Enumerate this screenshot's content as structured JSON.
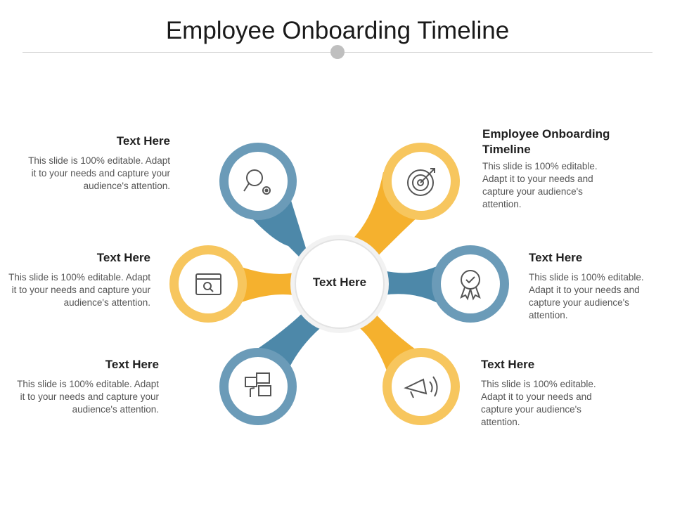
{
  "title": "Employee Onboarding Timeline",
  "center": {
    "label": "Text Here"
  },
  "colors": {
    "blue": "#6b9bb8",
    "blue_dark": "#4d88a9",
    "orange": "#f5b12e",
    "orange_light": "#f7c65e"
  },
  "items": [
    {
      "heading": "Text Here",
      "body": "This slide is 100% editable. Adapt it to your needs and capture your audience's attention.",
      "icon": "magnifier-gear-icon",
      "color": "blue"
    },
    {
      "heading": "Employee Onboarding Timeline",
      "body": "This slide is 100% editable. Adapt it to your needs and capture your audience's attention.",
      "icon": "target-icon",
      "color": "orange"
    },
    {
      "heading": "Text Here",
      "body": "This slide is 100% editable. Adapt it to your needs and capture your audience's attention.",
      "icon": "browser-search-icon",
      "color": "orange"
    },
    {
      "heading": "Text Here",
      "body": "This slide is 100% editable. Adapt it to your needs and capture your audience's attention.",
      "icon": "award-badge-icon",
      "color": "blue"
    },
    {
      "heading": "Text Here",
      "body": "This slide is 100% editable. Adapt it to your needs and capture your audience's attention.",
      "icon": "media-files-icon",
      "color": "blue"
    },
    {
      "heading": "Text Here",
      "body": "This slide is 100% editable. Adapt it to your needs and capture your audience's attention.",
      "icon": "megaphone-icon",
      "color": "orange"
    }
  ]
}
